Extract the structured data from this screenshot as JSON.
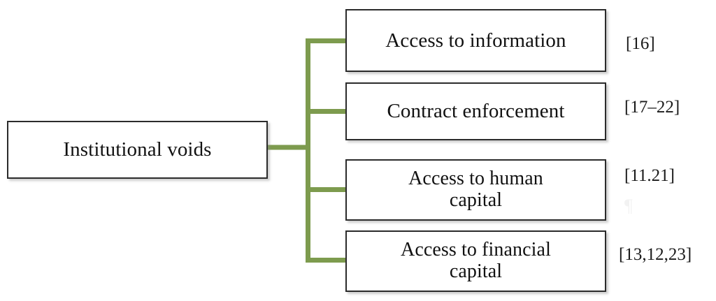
{
  "diagram": {
    "type": "tree",
    "title": "Institutional voids",
    "orientation": "left-to-right",
    "colors": {
      "connector_green": "#7d9b4e",
      "box_border": "#2b2b2b",
      "box_fill": "#ffffff",
      "background": "#ffffff",
      "text": "#111111",
      "artifact_gray": "#f2f2f2"
    },
    "root": {
      "label": "Institutional voids"
    },
    "branches": [
      {
        "label": "Access to information",
        "citation": "[16]"
      },
      {
        "label": "Contract enforcement",
        "citation": "[17–22]"
      },
      {
        "label": "Access to human\ncapital",
        "citation": "[11.21]"
      },
      {
        "label": "Access to financial\ncapital",
        "citation": "[13,12,23]"
      }
    ],
    "artifacts": {
      "pilcrow": "¶"
    }
  }
}
